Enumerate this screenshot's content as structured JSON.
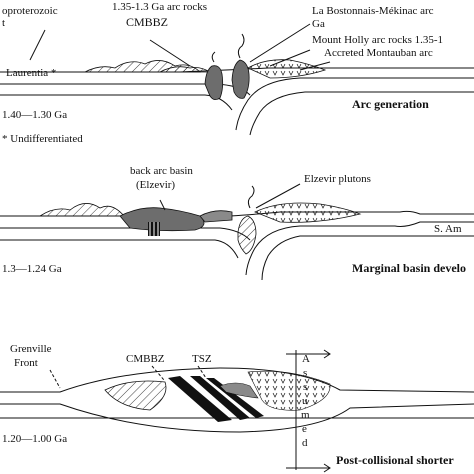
{
  "panel1": {
    "label_neoproterozoic": "oproterozoic",
    "label_t": "t",
    "label_arc_rocks": "1.35-1.3 Ga arc rocks",
    "label_cmbbz": "CMBBZ",
    "label_laurentia": "Laurentia *",
    "label_bostonnais": "La Bostonnais-Mékinac arc",
    "label_ga": "Ga",
    "label_mount_holly": "Mount Holly arc rocks 1.35-1",
    "label_montauban": "Accreted Montauban arc",
    "age": "1.40—1.30 Ga",
    "note": "* Undifferentiated",
    "title": "Arc generation"
  },
  "panel2": {
    "label_backarc": "back arc basin",
    "label_elzevir_paren": "(Elzevir)",
    "label_plutons": "Elzevir plutons",
    "label_s_am": "S. Am",
    "age": "1.3—1.24 Ga",
    "title": "Marginal basin develo"
  },
  "panel3": {
    "label_grenville_1": "Grenville",
    "label_grenville_2": "Front",
    "label_cmbbz": "CMBBZ",
    "label_tsz": "TSZ",
    "assumed_letters": [
      "A",
      "s",
      "s",
      "u",
      "m",
      "e",
      "d"
    ],
    "age": "1.20—1.00 Ga",
    "title": "Post-collisional shorter"
  }
}
